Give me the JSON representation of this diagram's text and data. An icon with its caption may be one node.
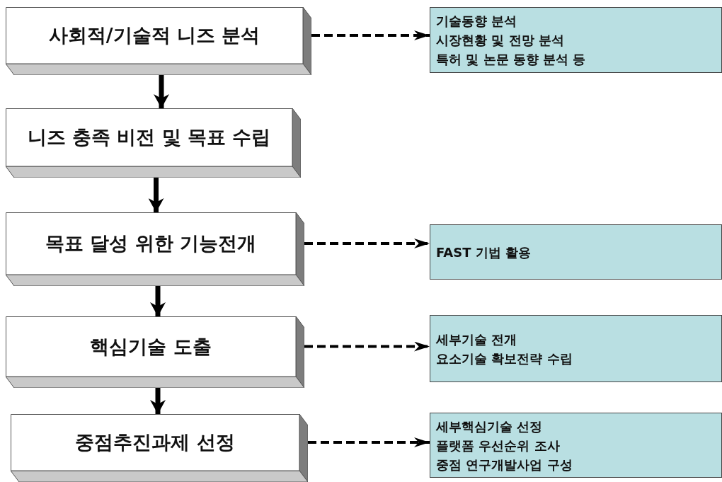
{
  "diagram": {
    "nodes": [
      {
        "text": [
          "사회적/기술적 니즈 분석"
        ]
      },
      {
        "text": [
          "니즈 충족 비전 및 목표 수립"
        ]
      },
      {
        "text": [
          "목표 달성 위한 기능전개"
        ]
      },
      {
        "text": [
          "핵심기술 도출"
        ]
      },
      {
        "text": [
          "중점추진과제 선정"
        ]
      },
      {
        "text": [
          "기술동향 분석",
          "시장현황 및 전망 분석",
          "특허 및 논문 동향 분석 등"
        ]
      },
      {
        "text": [
          "FAST 기법 활용"
        ]
      },
      {
        "text": [
          "세부기술 전개",
          "요소기술 확보전략 수립"
        ]
      },
      {
        "text": [
          "세부핵심기술 선정",
          "플랫폼 우선순위 조사",
          "중점 연구개발사업 구성"
        ]
      }
    ],
    "edges": [
      {
        "from": 0,
        "to": 1,
        "arrow": "to"
      },
      {
        "from": 1,
        "to": 2,
        "arrow": "to"
      },
      {
        "from": 2,
        "to": 3,
        "arrow": "to"
      },
      {
        "from": 3,
        "to": 4,
        "arrow": "to"
      },
      {
        "from": 0,
        "to": 5,
        "arrow": "to",
        "style": "dashed"
      },
      {
        "from": 2,
        "to": 6,
        "arrow": "to",
        "style": "dashed"
      },
      {
        "from": 3,
        "to": 7,
        "arrow": "to",
        "style": "dashed"
      },
      {
        "from": 4,
        "to": 8,
        "arrow": "to",
        "style": "dashed"
      }
    ]
  }
}
